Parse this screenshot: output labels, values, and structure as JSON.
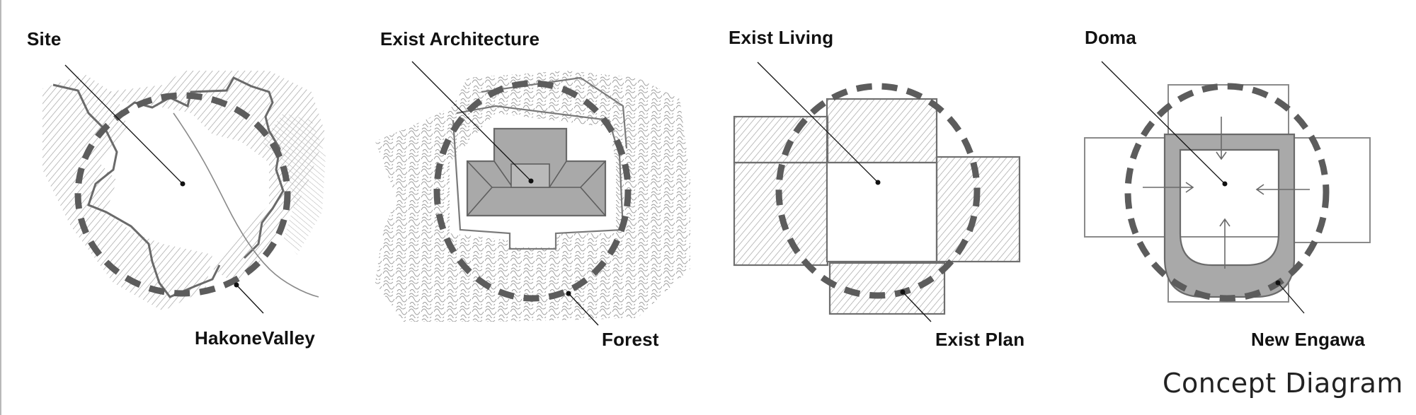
{
  "diagram": {
    "title": "Concept Diagram",
    "panels": [
      {
        "id": "site",
        "top_label": "Site",
        "bottom_label": "HakoneValley"
      },
      {
        "id": "architecture",
        "top_label": "Exist Architecture",
        "bottom_label": "Forest"
      },
      {
        "id": "living",
        "top_label": "Exist Living",
        "bottom_label": "Exist Plan"
      },
      {
        "id": "doma",
        "top_label": "Doma",
        "bottom_label": "New Engawa"
      }
    ],
    "colors": {
      "ink": "#111111",
      "sketch": "#6f6f6f",
      "hatch": "#9a9a9a",
      "fill_grey": "#a9a9a9",
      "dashed_circle": "#5c5c5c",
      "frame_edge": "#b9b9b9"
    }
  }
}
